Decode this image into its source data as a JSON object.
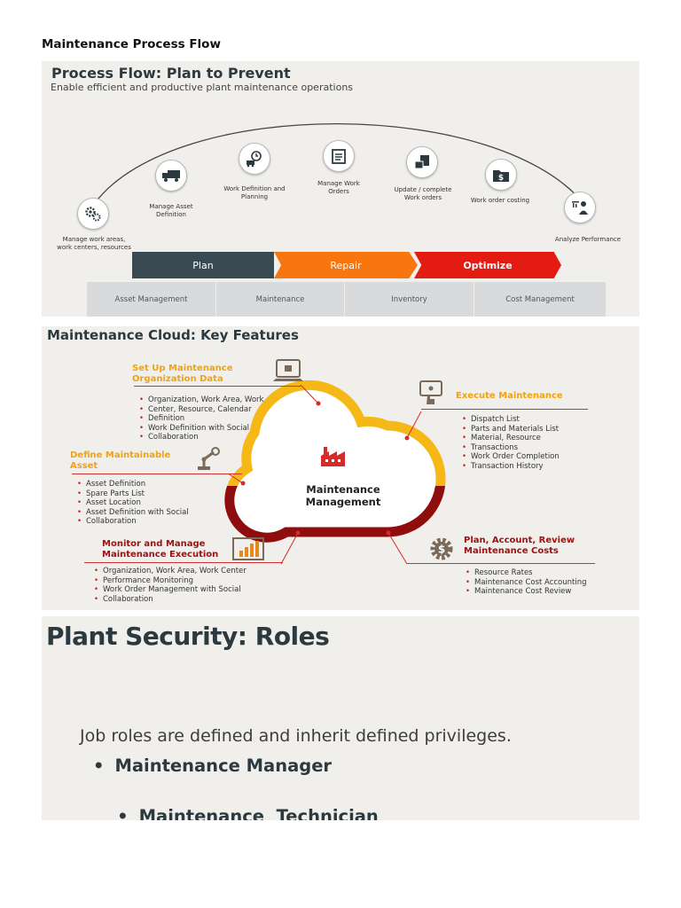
{
  "document": {
    "title": "Maintenance Process Flow"
  },
  "process_flow": {
    "title": "Process Flow: Plan to Prevent",
    "subtitle": "Enable efficient and productive plant maintenance operations",
    "steps": [
      {
        "label": "Manage work areas, work centers, resources",
        "icon": "gears-icon"
      },
      {
        "label": "Manage Asset Definition",
        "icon": "truck-icon"
      },
      {
        "label": "Work Definition and Planning",
        "icon": "planning-icon"
      },
      {
        "label": "Manage Work Orders",
        "icon": "work-orders-icon"
      },
      {
        "label": "Update / complete Work orders",
        "icon": "update-icon"
      },
      {
        "label": "Work order costing",
        "icon": "costing-icon"
      },
      {
        "label": "Analyze Performance",
        "icon": "analyze-icon"
      }
    ],
    "phases": [
      {
        "label": "Plan",
        "color": "#3a4a52"
      },
      {
        "label": "Repair",
        "color": "#f7760f"
      },
      {
        "label": "Optimize",
        "color": "#e41b13"
      }
    ],
    "areas": [
      "Asset Management",
      "Maintenance",
      "Inventory",
      "Cost Management"
    ]
  },
  "key_features": {
    "title": "Maintenance Cloud: Key Features",
    "center_label": "Maintenance Management",
    "colors": {
      "yellow": "#f5b816",
      "dark_red": "#8f0d0d",
      "red": "#d42a2a"
    },
    "sections": {
      "setup": {
        "title_lines": [
          "Set Up Maintenance",
          "Organization Data"
        ],
        "items": [
          "Organization, Work Area, Work",
          "Center, Resource, Calendar",
          "Definition",
          "Work Definition with Social",
          "Collaboration"
        ]
      },
      "execute": {
        "title_lines": [
          "Execute Maintenance"
        ],
        "items": [
          "Dispatch List",
          "Parts and Materials List",
          "Material, Resource",
          "Transactions",
          "Work Order Completion",
          "Transaction History"
        ]
      },
      "define": {
        "title_lines": [
          "Define Maintainable",
          "Asset"
        ],
        "items": [
          "Asset Definition",
          "Spare Parts List",
          "Asset Location",
          "Asset Definition with Social",
          "Collaboration"
        ]
      },
      "monitor": {
        "title_lines": [
          "Monitor and Manage",
          "Maintenance Execution"
        ],
        "items": [
          "Organization, Work Area, Work Center",
          "Performance Monitoring",
          "Work Order Management with Social",
          "Collaboration"
        ]
      },
      "plan": {
        "title_lines": [
          "Plan, Account, Review",
          "Maintenance Costs"
        ],
        "items": [
          "Resource Rates",
          "Maintenance Cost Accounting",
          "Maintenance Cost Review"
        ]
      }
    }
  },
  "roles": {
    "title": "Plant Security: Roles",
    "intro": "Job roles are defined and inherit defined privileges.",
    "items": [
      "Maintenance Manager",
      "Maintenance  Technician"
    ]
  }
}
